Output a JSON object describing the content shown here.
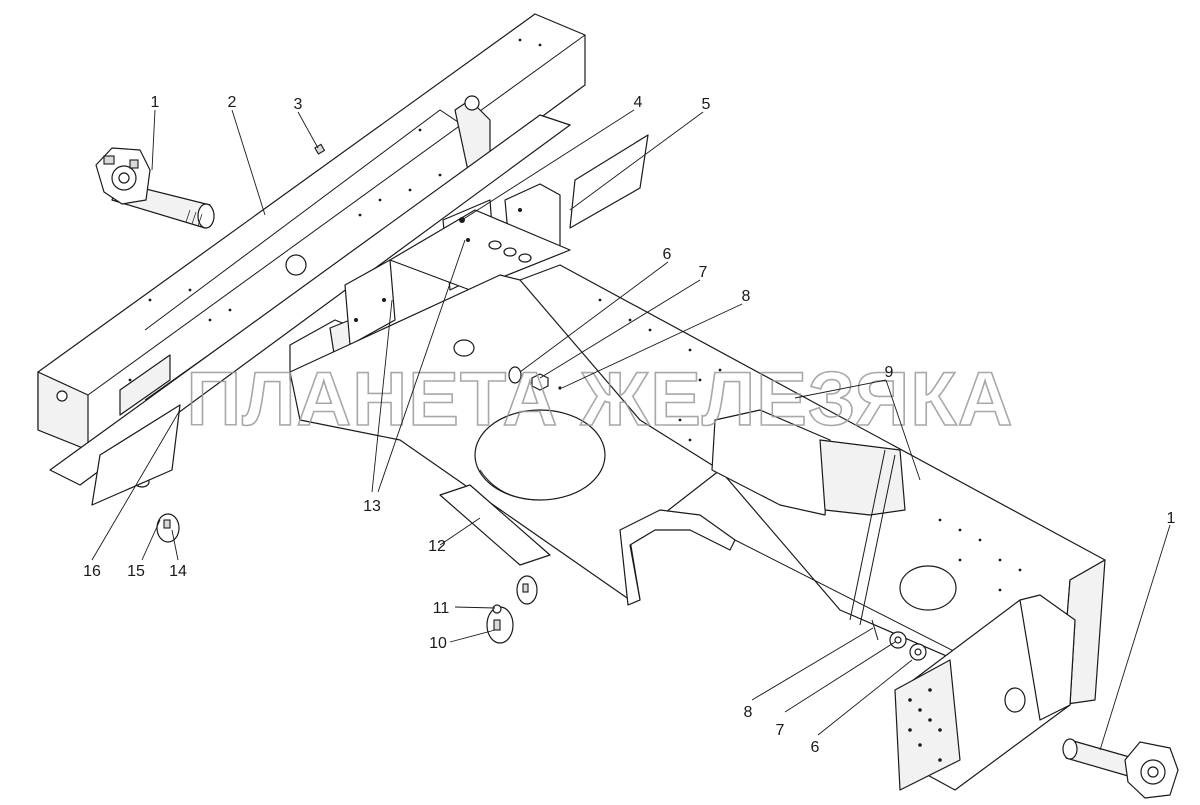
{
  "watermark": "ПЛАНЕТА ЖЕЛЕЗЯКА",
  "callouts": [
    {
      "id": "c1a",
      "label": "1"
    },
    {
      "id": "c2",
      "label": "2"
    },
    {
      "id": "c3",
      "label": "3"
    },
    {
      "id": "c4",
      "label": "4"
    },
    {
      "id": "c5",
      "label": "5"
    },
    {
      "id": "c6a",
      "label": "6"
    },
    {
      "id": "c7a",
      "label": "7"
    },
    {
      "id": "c8a",
      "label": "8"
    },
    {
      "id": "c9",
      "label": "9"
    },
    {
      "id": "c13",
      "label": "13"
    },
    {
      "id": "c16",
      "label": "16"
    },
    {
      "id": "c15",
      "label": "15"
    },
    {
      "id": "c14",
      "label": "14"
    },
    {
      "id": "c12",
      "label": "12"
    },
    {
      "id": "c11",
      "label": "11"
    },
    {
      "id": "c10",
      "label": "10"
    },
    {
      "id": "c8b",
      "label": "8"
    },
    {
      "id": "c7b",
      "label": "7"
    },
    {
      "id": "c6b",
      "label": "6"
    },
    {
      "id": "c1b",
      "label": "1"
    }
  ]
}
